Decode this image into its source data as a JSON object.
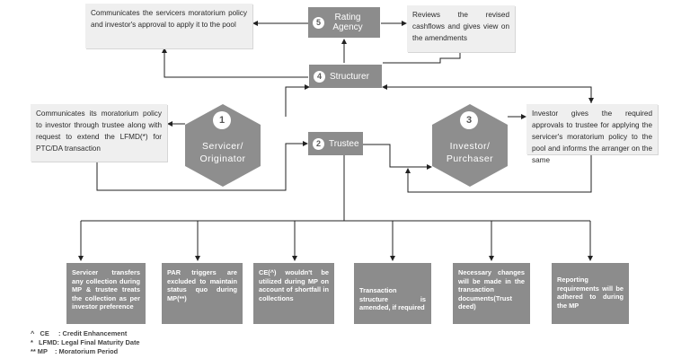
{
  "nodes": {
    "rating_agency": {
      "num": "5",
      "label": "Rating Agency"
    },
    "structurer": {
      "num": "4",
      "label": "Structurer"
    },
    "trustee": {
      "num": "2",
      "label": "Trustee"
    },
    "servicer": {
      "num": "1",
      "label": "Servicer/\nOriginator"
    },
    "investor": {
      "num": "3",
      "label": "Investor/\nPurchaser"
    }
  },
  "notes": {
    "top_left": "Communicates the servicers moratorium policy and investor's approval to apply it to the pool",
    "top_right": "Reviews the revised cashflows and gives view on the amendments",
    "mid_left": "Communicates its moratorium policy to investor through trustee along with request to extend the LFMD(*) for PTC/DA transaction",
    "mid_right": "Investor gives the required approvals to trustee for applying the servicer's moratorium policy to the pool and informs the arranger on the same"
  },
  "outcomes": [
    "Servicer transfers any collection during MP & trustee treats the collection as per investor preference",
    "PAR triggers are excluded to maintain status quo during MP(**)",
    "CE(^) wouldn't be utilized during MP on account of shortfall in collections",
    "Transaction structure is amended, if required",
    "Necessary changes will be made in the transaction documents(Trust deed)",
    "Reporting requirements will be adhered to during the MP"
  ],
  "footnotes": [
    "^   CE     : Credit Enhancement",
    "*   LFMD: Legal Final Maturity Date",
    "** MP    : Moratorium Period"
  ],
  "colors": {
    "box": "#8c8c8c",
    "note": "#efefef",
    "line": "#222222"
  }
}
